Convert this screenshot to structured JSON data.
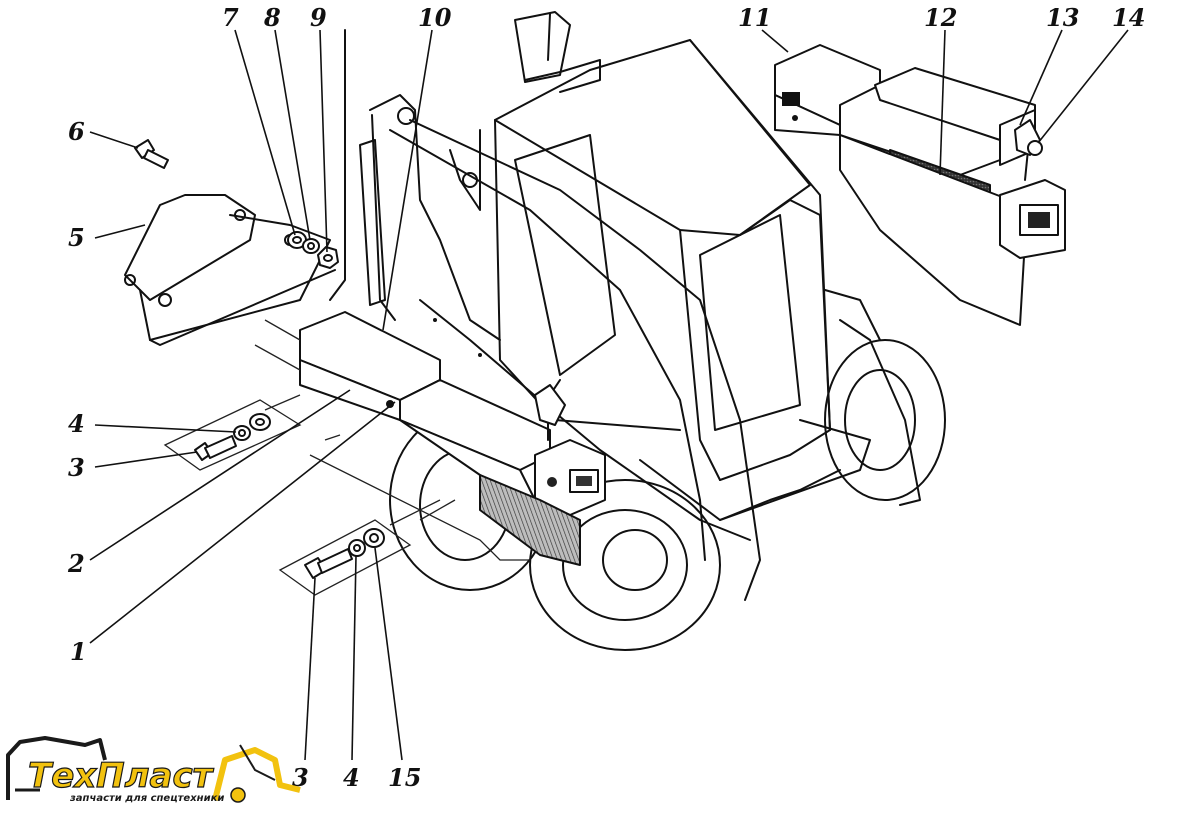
{
  "callouts": [
    {
      "id": "1",
      "text": "1"
    },
    {
      "id": "2",
      "text": "2"
    },
    {
      "id": "3a",
      "text": "3"
    },
    {
      "id": "3b",
      "text": "3"
    },
    {
      "id": "4a",
      "text": "4"
    },
    {
      "id": "4b",
      "text": "4"
    },
    {
      "id": "5",
      "text": "5"
    },
    {
      "id": "6",
      "text": "6"
    },
    {
      "id": "7",
      "text": "7"
    },
    {
      "id": "8",
      "text": "8"
    },
    {
      "id": "9",
      "text": "9"
    },
    {
      "id": "10",
      "text": "10"
    },
    {
      "id": "11",
      "text": "11"
    },
    {
      "id": "12",
      "text": "12"
    },
    {
      "id": "13",
      "text": "13"
    },
    {
      "id": "14",
      "text": "14"
    },
    {
      "id": "15",
      "text": "15"
    }
  ],
  "logo": {
    "brand": "ТехПласт",
    "tagline": "запчасти для спецтехники",
    "colors": {
      "text": "#2a2a2a",
      "accent": "#f2c20f",
      "outline": "#1a1a1a"
    }
  }
}
